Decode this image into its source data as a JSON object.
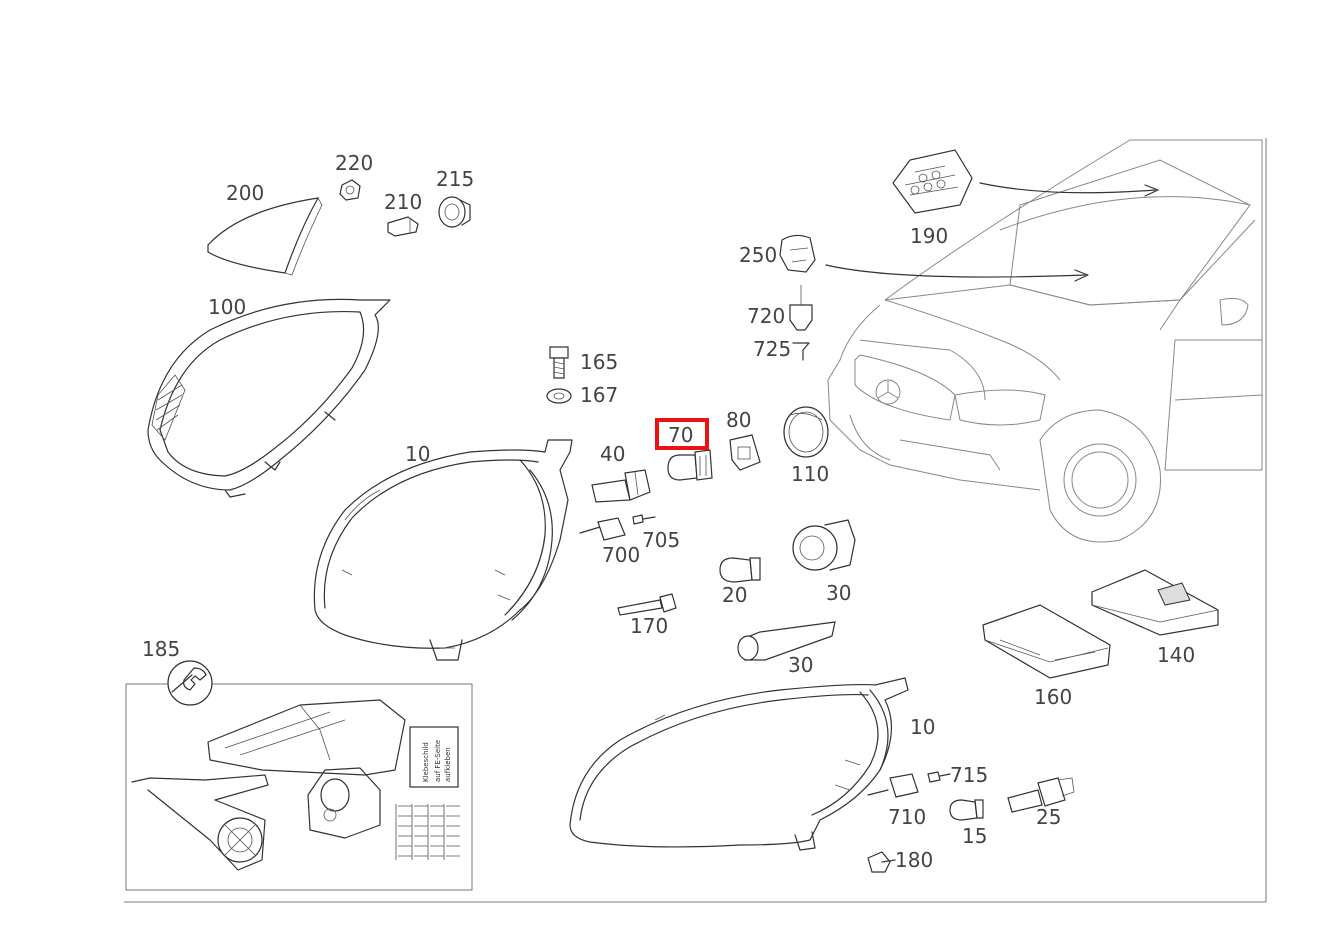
{
  "highlight": {
    "label": "70",
    "color": "#ee1111"
  },
  "colors": {
    "line": "#333333",
    "label": "#444444",
    "car": "#888888",
    "background": "#ffffff"
  },
  "labels": {
    "l220": "220",
    "l200": "200",
    "l210": "210",
    "l215": "215",
    "l190": "190",
    "l250": "250",
    "l100": "100",
    "l720": "720",
    "l165": "165",
    "l725": "725",
    "l167": "167",
    "l80": "80",
    "l70": "70",
    "l10a": "10",
    "l40": "40",
    "l110": "110",
    "l705": "705",
    "l700": "700",
    "l20": "20",
    "l30a": "30",
    "l170": "170",
    "l185": "185",
    "l30b": "30",
    "l140": "140",
    "l10b": "10",
    "l160": "160",
    "l715": "715",
    "l710": "710",
    "l15": "15",
    "l25": "25",
    "l180": "180"
  },
  "sticker": {
    "title": "Klebeschild",
    "line1": "auf FE-Seite",
    "line2": "aufkleben"
  },
  "icons": [
    "wrench-icon",
    "mercedes-star-icon",
    "arrow-icon"
  ]
}
